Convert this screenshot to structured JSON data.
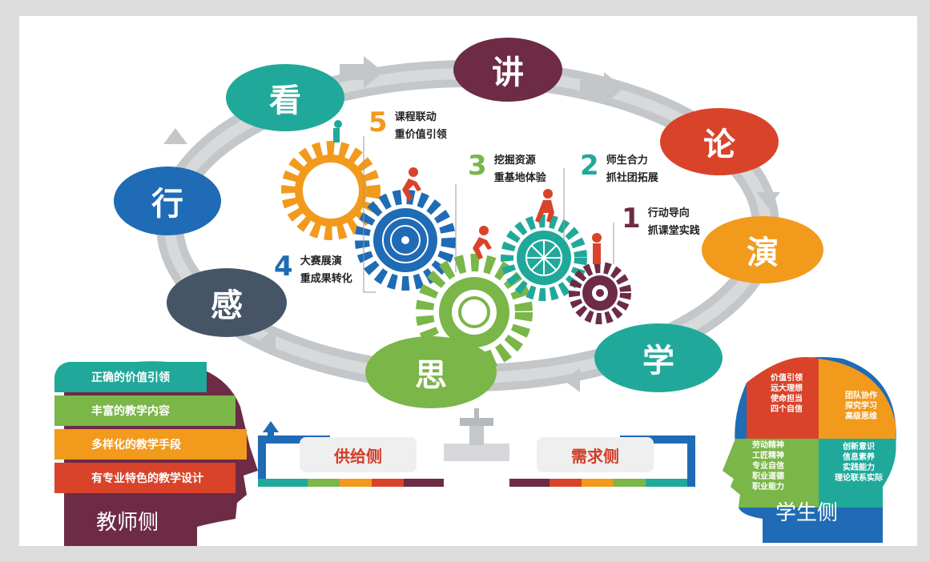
{
  "cycle": {
    "jiang": "讲",
    "lun": "论",
    "yan": "演",
    "xue": "学",
    "si": "思",
    "gan": "感",
    "xing": "行",
    "kan": "看"
  },
  "steps": [
    {
      "num": "1",
      "line1": "行动导向",
      "line2": "抓课堂实践"
    },
    {
      "num": "2",
      "line1": "师生合力",
      "line2": "抓社团拓展"
    },
    {
      "num": "3",
      "line1": "挖掘资源",
      "line2": "重基地体验"
    },
    {
      "num": "4",
      "line1": "大赛展演",
      "line2": "重成果转化"
    },
    {
      "num": "5",
      "line1": "课程联动",
      "line2": "重价值引领"
    }
  ],
  "teacher": {
    "items": [
      "正确的价值引领",
      "丰富的教学内容",
      "多样化的教学手段",
      "有专业特色的教学设计"
    ],
    "label": "教师侧"
  },
  "supply_label": "供给侧",
  "demand_label": "需求侧",
  "student": {
    "p1": "价值引领\n远大理想\n使命担当\n四个自信",
    "p2": "团队协作\n探究学习\n高级思维",
    "p3": "劳动精神\n工匠精神\n专业自信\n职业道德\n职业能力",
    "p4": "创新意识\n信息素养\n实践能力\n理论联系实际",
    "label": "学生侧"
  },
  "colors": {
    "maroon": "#6d2b45",
    "red": "#d9432a",
    "orange": "#f29a1c",
    "teal": "#20a99a",
    "green": "#7ab648",
    "navy": "#465566",
    "blue": "#1f6bb5",
    "gray": "#b8bcc0"
  }
}
